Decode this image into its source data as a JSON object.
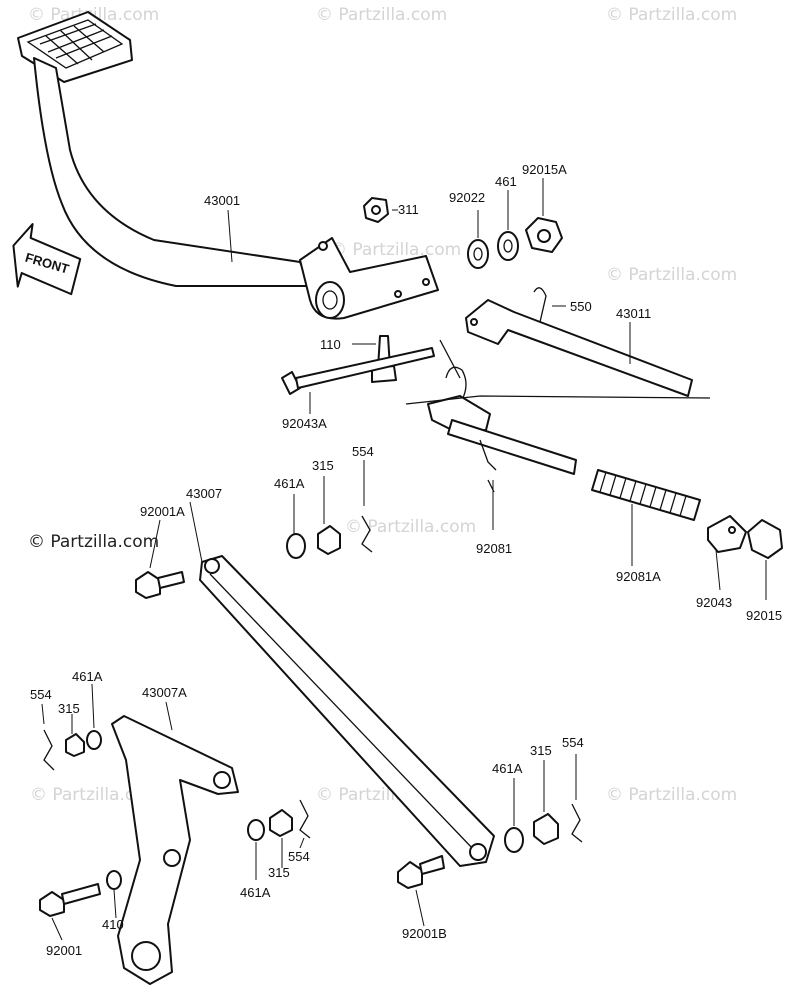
{
  "front_arrow_text": "FRONT",
  "watermark_text": "© Partzilla.com",
  "part_labels": {
    "p43001": "43001",
    "p311": "311",
    "p92022": "92022",
    "p461_top": "461",
    "p92015A": "92015A",
    "p550": "550",
    "p43011": "43011",
    "p110": "110",
    "p92043A": "92043A",
    "p461A_mid": "461A",
    "p315_mid": "315",
    "p554_mid": "554",
    "p43007": "43007",
    "p92001A": "92001A",
    "p92081": "92081",
    "p92081A": "92081A",
    "p92043": "92043",
    "p92015": "92015",
    "p554_left": "554",
    "p461A_left": "461A",
    "p43007A": "43007A",
    "p315_left": "315",
    "p461A_lowmid": "461A",
    "p315_lowmid": "315",
    "p554_lowmid": "554",
    "p461A_right": "461A",
    "p315_right": "315",
    "p554_right": "554",
    "p410": "410",
    "p92001": "92001",
    "p92001B": "92001B"
  }
}
